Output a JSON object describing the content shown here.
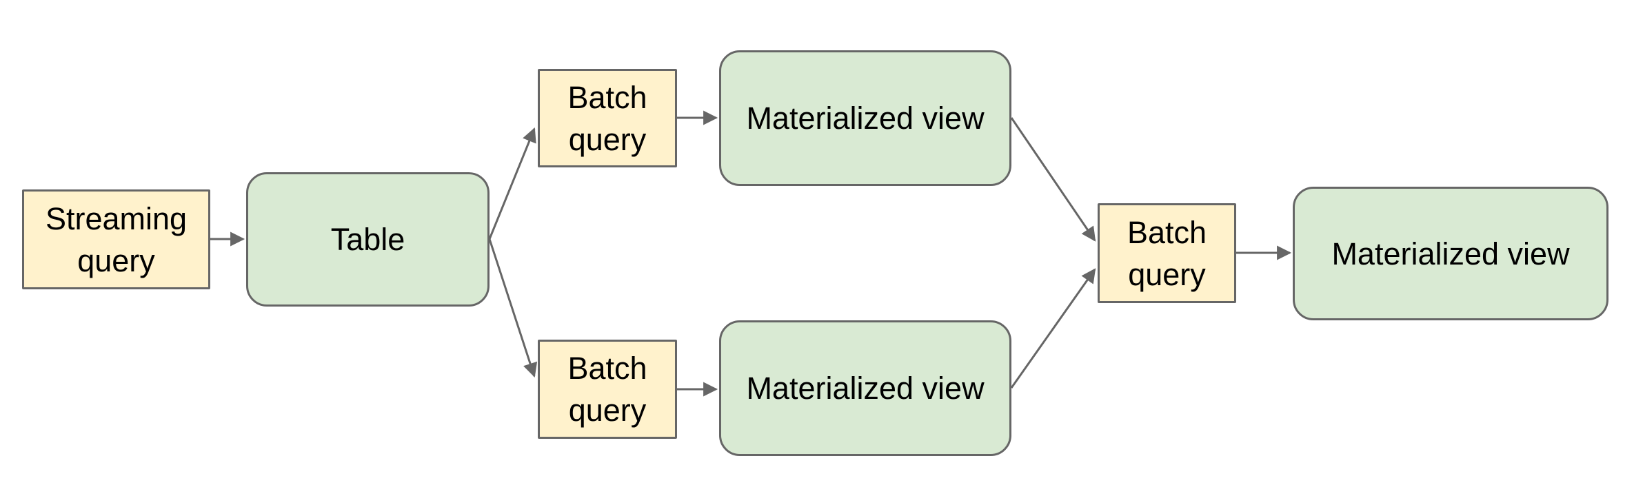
{
  "diagram": {
    "title": "",
    "colors": {
      "query_fill": "#fff2cc",
      "table_fill": "#d9ead3",
      "border": "#666666",
      "arrow": "#666666",
      "text": "#000000",
      "background": "#ffffff"
    },
    "nodes": [
      {
        "id": "streaming-query",
        "label": "Streaming query",
        "type": "query"
      },
      {
        "id": "table",
        "label": "Table",
        "type": "table"
      },
      {
        "id": "batch-query-top",
        "label": "Batch query",
        "type": "query"
      },
      {
        "id": "materialized-view-top",
        "label": "Materialized view",
        "type": "table"
      },
      {
        "id": "batch-query-bottom",
        "label": "Batch query",
        "type": "query"
      },
      {
        "id": "materialized-view-bottom",
        "label": "Materialized view",
        "type": "table"
      },
      {
        "id": "batch-query-right",
        "label": "Batch query",
        "type": "query"
      },
      {
        "id": "materialized-view-final",
        "label": "Materialized view",
        "type": "table"
      }
    ],
    "edges": [
      {
        "from": "streaming-query",
        "to": "table"
      },
      {
        "from": "table",
        "to": "batch-query-top"
      },
      {
        "from": "table",
        "to": "batch-query-bottom"
      },
      {
        "from": "batch-query-top",
        "to": "materialized-view-top"
      },
      {
        "from": "batch-query-bottom",
        "to": "materialized-view-bottom"
      },
      {
        "from": "materialized-view-top",
        "to": "batch-query-right"
      },
      {
        "from": "materialized-view-bottom",
        "to": "batch-query-right"
      },
      {
        "from": "batch-query-right",
        "to": "materialized-view-final"
      }
    ]
  }
}
